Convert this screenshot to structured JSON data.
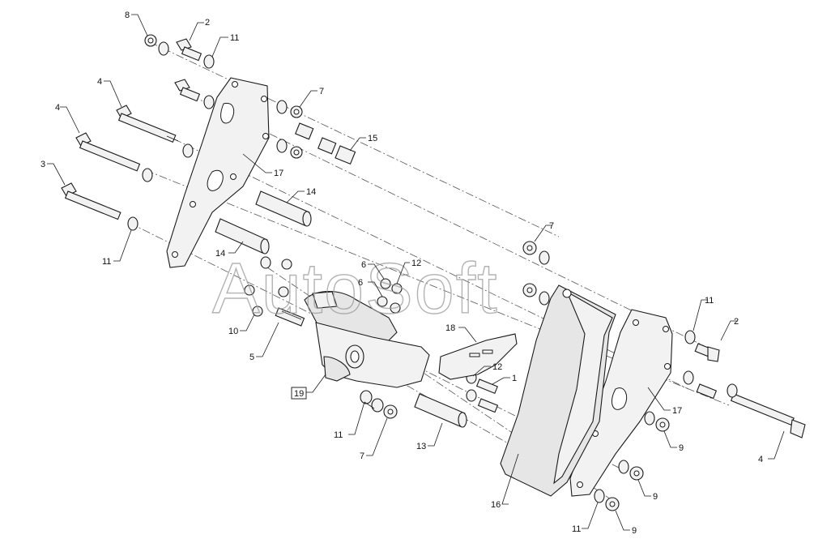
{
  "watermark": "AutoSoft",
  "callouts": {
    "c8": "8",
    "c2a": "2",
    "c11a": "11",
    "c4a": "4",
    "c4b": "4",
    "c3": "3",
    "c11b": "11",
    "c7a": "7",
    "c15": "15",
    "c17a": "17",
    "c14a": "14",
    "c14b": "14",
    "c6a": "6",
    "c6b": "6",
    "c12a": "12",
    "c10": "10",
    "c5": "5",
    "c18": "18",
    "c12b": "12",
    "c1": "1",
    "c19": "19",
    "c11c": "11",
    "c7b": "7",
    "c13": "13",
    "c7c": "7",
    "c16": "16",
    "c17b": "17",
    "c11d": "11",
    "c2b": "2",
    "c4c": "4",
    "c9a": "9",
    "c9b": "9",
    "c11e": "11",
    "c9c": "9"
  }
}
